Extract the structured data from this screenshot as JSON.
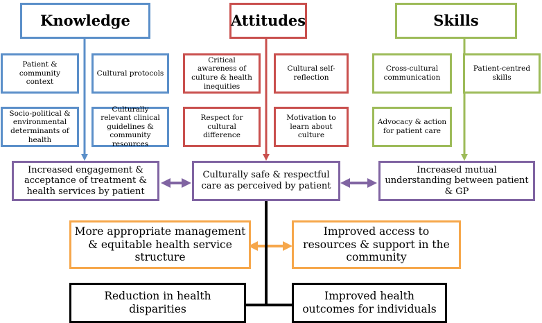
{
  "headers": {
    "knowledge": "Knowledge",
    "attitudes": "Attitudes",
    "skills": "Skills"
  },
  "knowledge_items": [
    "Patient & community context",
    "Cultural protocols",
    "Socio-political & environmental determinants of health",
    "Culturally relevant clinical guidelines & community resources"
  ],
  "attitude_items": [
    "Critical awareness of culture & health inequities",
    "Cultural self-reflection",
    "Respect for cultural difference",
    "Motivation to learn about culture"
  ],
  "skill_items": [
    "Cross-cultural communication",
    "Patient-centred skills",
    "Advocacy & action for patient care"
  ],
  "middle_row": {
    "left": "Increased engagement & acceptance of treatment & health services by patient",
    "center": "Culturally safe & respectful care as perceived by patient",
    "right": "Increased mutual understanding between patient & GP"
  },
  "system_row": {
    "left": "More appropriate management & equitable health service structure",
    "right": "Improved access to resources & support in the community"
  },
  "outcome_row": {
    "left": "Reduction in health disparities",
    "right": "Improved health outcomes for individuals"
  },
  "colors": {
    "knowledge": "#5b8fc9",
    "attitudes": "#c9504e",
    "skills": "#9dbb59",
    "outcomes": "#8064a2",
    "system": "#f6a74b",
    "final": "#000000"
  }
}
